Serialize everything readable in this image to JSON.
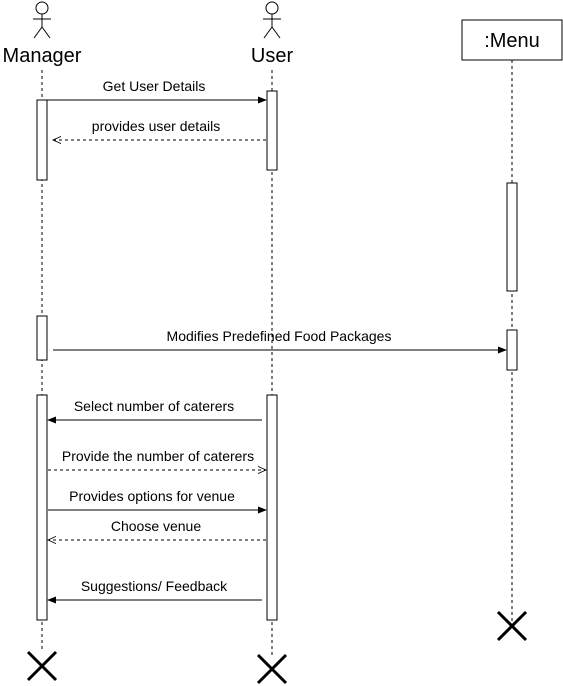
{
  "participants": {
    "manager": {
      "label": "Manager",
      "kind": "actor"
    },
    "user": {
      "label": "User",
      "kind": "actor"
    },
    "menu": {
      "label": ":Menu",
      "kind": "object"
    }
  },
  "messages": [
    {
      "label": "Get User Details",
      "from": "manager",
      "to": "user",
      "style": "solid"
    },
    {
      "label": "provides user details",
      "from": "user",
      "to": "manager",
      "style": "dashed"
    },
    {
      "label": "Modifies Predefined Food Packages",
      "from": "manager",
      "to": "menu",
      "style": "solid"
    },
    {
      "label": "Select number of caterers",
      "from": "user",
      "to": "manager",
      "style": "solid"
    },
    {
      "label": "Provide the number of caterers",
      "from": "manager",
      "to": "user",
      "style": "dashed"
    },
    {
      "label": "Provides options for venue",
      "from": "manager",
      "to": "user",
      "style": "solid"
    },
    {
      "label": "Choose venue",
      "from": "user",
      "to": "manager",
      "style": "dashed"
    },
    {
      "label": "Suggestions/ Feedback",
      "from": "user",
      "to": "manager",
      "style": "solid"
    }
  ]
}
